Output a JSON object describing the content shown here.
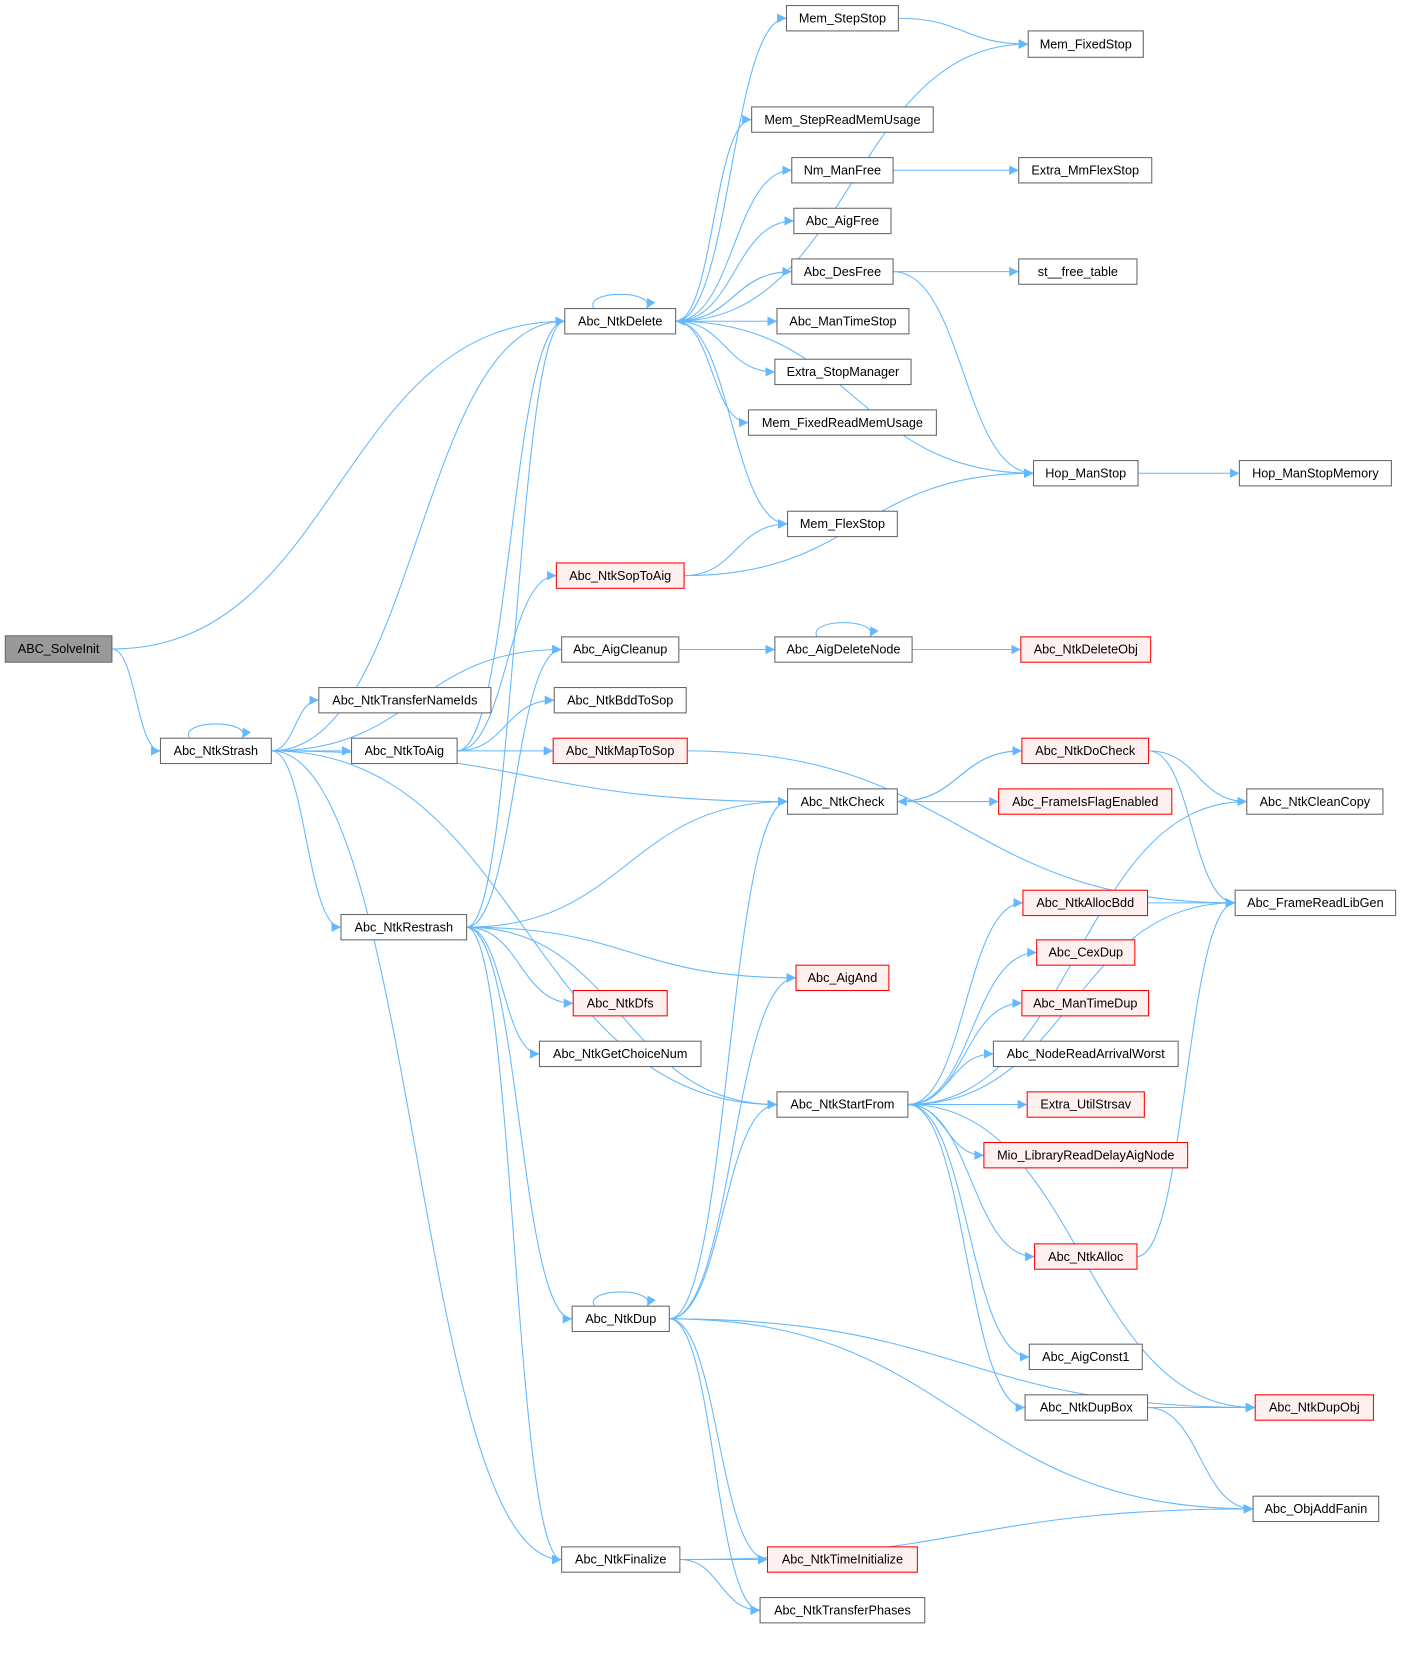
{
  "title": "ABC_SolveInit call graph",
  "colors": {
    "edge": "#63b8ff",
    "root_fill": "#999999",
    "normal_stroke": "#666666",
    "red_stroke": "#ff0000",
    "red_fill": "#fff0f0"
  },
  "nodes": [
    {
      "label": "ABC_SolveInit",
      "style": "root"
    },
    {
      "label": "Abc_NtkStrash",
      "style": "normal"
    },
    {
      "label": "Abc_NtkDelete",
      "style": "normal"
    },
    {
      "label": "Mem_StepStop",
      "style": "normal"
    },
    {
      "label": "Mem_FixedStop",
      "style": "normal"
    },
    {
      "label": "Mem_StepReadMemUsage",
      "style": "normal"
    },
    {
      "label": "Nm_ManFree",
      "style": "normal"
    },
    {
      "label": "Extra_MmFlexStop",
      "style": "normal"
    },
    {
      "label": "Abc_AigFree",
      "style": "normal"
    },
    {
      "label": "Abc_DesFree",
      "style": "normal"
    },
    {
      "label": "st__free_table",
      "style": "normal"
    },
    {
      "label": "Abc_ManTimeStop",
      "style": "normal"
    },
    {
      "label": "Extra_StopManager",
      "style": "normal"
    },
    {
      "label": "Mem_FixedReadMemUsage",
      "style": "normal"
    },
    {
      "label": "Hop_ManStop",
      "style": "normal"
    },
    {
      "label": "Hop_ManStopMemory",
      "style": "normal"
    },
    {
      "label": "Mem_FlexStop",
      "style": "normal"
    },
    {
      "label": "Abc_NtkSopToAig",
      "style": "red"
    },
    {
      "label": "Abc_AigCleanup",
      "style": "normal"
    },
    {
      "label": "Abc_AigDeleteNode",
      "style": "normal"
    },
    {
      "label": "Abc_NtkDeleteObj",
      "style": "red"
    },
    {
      "label": "Abc_NtkTransferNameIds",
      "style": "normal"
    },
    {
      "label": "Abc_NtkBddToSop",
      "style": "normal"
    },
    {
      "label": "Abc_NtkToAig",
      "style": "normal"
    },
    {
      "label": "Abc_NtkMapToSop",
      "style": "red"
    },
    {
      "label": "Abc_NtkDoCheck",
      "style": "red"
    },
    {
      "label": "Abc_NtkCheck",
      "style": "normal"
    },
    {
      "label": "Abc_FrameIsFlagEnabled",
      "style": "red"
    },
    {
      "label": "Abc_NtkCleanCopy",
      "style": "normal"
    },
    {
      "label": "Abc_FrameReadLibGen",
      "style": "normal"
    },
    {
      "label": "Abc_NtkAllocBdd",
      "style": "red"
    },
    {
      "label": "Abc_NtkRestrash",
      "style": "normal"
    },
    {
      "label": "Abc_AigAnd",
      "style": "red"
    },
    {
      "label": "Abc_CexDup",
      "style": "red"
    },
    {
      "label": "Abc_ManTimeDup",
      "style": "red"
    },
    {
      "label": "Abc_NtkDfs",
      "style": "red"
    },
    {
      "label": "Abc_NodeReadArrivalWorst",
      "style": "normal"
    },
    {
      "label": "Abc_NtkGetChoiceNum",
      "style": "normal"
    },
    {
      "label": "Abc_NtkStartFrom",
      "style": "normal"
    },
    {
      "label": "Extra_UtilStrsav",
      "style": "red"
    },
    {
      "label": "Mio_LibraryReadDelayAigNode",
      "style": "red"
    },
    {
      "label": "Abc_NtkAlloc",
      "style": "red"
    },
    {
      "label": "Abc_NtkDup",
      "style": "normal"
    },
    {
      "label": "Abc_AigConst1",
      "style": "normal"
    },
    {
      "label": "Abc_NtkDupBox",
      "style": "normal"
    },
    {
      "label": "Abc_NtkDupObj",
      "style": "red"
    },
    {
      "label": "Abc_ObjAddFanin",
      "style": "normal"
    },
    {
      "label": "Abc_NtkFinalize",
      "style": "normal"
    },
    {
      "label": "Abc_NtkTimeInitialize",
      "style": "red"
    },
    {
      "label": "Abc_NtkTransferPhases",
      "style": "normal"
    }
  ],
  "edges": [
    [
      "ABC_SolveInit",
      "Abc_NtkDelete"
    ],
    [
      "ABC_SolveInit",
      "Abc_NtkStrash"
    ],
    [
      "Abc_NtkStrash",
      "Abc_NtkStrash"
    ],
    [
      "Abc_NtkStrash",
      "Abc_NtkDelete"
    ],
    [
      "Abc_NtkStrash",
      "Abc_AigCleanup"
    ],
    [
      "Abc_NtkStrash",
      "Abc_NtkTransferNameIds"
    ],
    [
      "Abc_NtkStrash",
      "Abc_NtkToAig"
    ],
    [
      "Abc_NtkStrash",
      "Abc_NtkCheck"
    ],
    [
      "Abc_NtkStrash",
      "Abc_NtkRestrash"
    ],
    [
      "Abc_NtkStrash",
      "Abc_NtkStartFrom"
    ],
    [
      "Abc_NtkStrash",
      "Abc_NtkFinalize"
    ],
    [
      "Abc_NtkDelete",
      "Abc_NtkDelete"
    ],
    [
      "Abc_NtkDelete",
      "Mem_StepStop"
    ],
    [
      "Abc_NtkDelete",
      "Mem_FixedStop"
    ],
    [
      "Abc_NtkDelete",
      "Mem_StepReadMemUsage"
    ],
    [
      "Abc_NtkDelete",
      "Nm_ManFree"
    ],
    [
      "Abc_NtkDelete",
      "Abc_AigFree"
    ],
    [
      "Abc_NtkDelete",
      "Abc_DesFree"
    ],
    [
      "Abc_NtkDelete",
      "Abc_ManTimeStop"
    ],
    [
      "Abc_NtkDelete",
      "Extra_StopManager"
    ],
    [
      "Abc_NtkDelete",
      "Mem_FixedReadMemUsage"
    ],
    [
      "Abc_NtkDelete",
      "Hop_ManStop"
    ],
    [
      "Abc_NtkDelete",
      "Mem_FlexStop"
    ],
    [
      "Mem_StepStop",
      "Mem_FixedStop"
    ],
    [
      "Nm_ManFree",
      "Extra_MmFlexStop"
    ],
    [
      "Abc_DesFree",
      "Abc_NtkDelete"
    ],
    [
      "Abc_DesFree",
      "st__free_table"
    ],
    [
      "Abc_DesFree",
      "Hop_ManStop"
    ],
    [
      "Hop_ManStop",
      "Hop_ManStopMemory"
    ],
    [
      "Abc_NtkSopToAig",
      "Mem_FlexStop"
    ],
    [
      "Abc_NtkSopToAig",
      "Hop_ManStop"
    ],
    [
      "Abc_AigCleanup",
      "Abc_AigDeleteNode"
    ],
    [
      "Abc_AigDeleteNode",
      "Abc_AigDeleteNode"
    ],
    [
      "Abc_AigDeleteNode",
      "Abc_NtkDeleteObj"
    ],
    [
      "Abc_NtkToAig",
      "Abc_NtkSopToAig"
    ],
    [
      "Abc_NtkToAig",
      "Abc_NtkBddToSop"
    ],
    [
      "Abc_NtkToAig",
      "Abc_NtkMapToSop"
    ],
    [
      "Abc_NtkToAig",
      "Abc_NtkDelete"
    ],
    [
      "Abc_NtkMapToSop",
      "Abc_FrameReadLibGen"
    ],
    [
      "Abc_NtkCheck",
      "Abc_NtkDoCheck"
    ],
    [
      "Abc_NtkCheck",
      "Abc_FrameIsFlagEnabled"
    ],
    [
      "Abc_NtkDoCheck",
      "Abc_NtkCheck"
    ],
    [
      "Abc_NtkDoCheck",
      "Abc_NtkCleanCopy"
    ],
    [
      "Abc_NtkDoCheck",
      "Abc_FrameReadLibGen"
    ],
    [
      "Abc_NtkRestrash",
      "Abc_NtkDelete"
    ],
    [
      "Abc_NtkRestrash",
      "Abc_AigCleanup"
    ],
    [
      "Abc_NtkRestrash",
      "Abc_NtkCheck"
    ],
    [
      "Abc_NtkRestrash",
      "Abc_AigAnd"
    ],
    [
      "Abc_NtkRestrash",
      "Abc_NtkDfs"
    ],
    [
      "Abc_NtkRestrash",
      "Abc_NtkGetChoiceNum"
    ],
    [
      "Abc_NtkRestrash",
      "Abc_NtkStartFrom"
    ],
    [
      "Abc_NtkRestrash",
      "Abc_NtkDup"
    ],
    [
      "Abc_NtkRestrash",
      "Abc_NtkFinalize"
    ],
    [
      "Abc_NtkStartFrom",
      "Abc_NtkCleanCopy"
    ],
    [
      "Abc_NtkStartFrom",
      "Abc_NtkAllocBdd"
    ],
    [
      "Abc_NtkStartFrom",
      "Abc_CexDup"
    ],
    [
      "Abc_NtkStartFrom",
      "Abc_ManTimeDup"
    ],
    [
      "Abc_NtkStartFrom",
      "Abc_NodeReadArrivalWorst"
    ],
    [
      "Abc_NtkStartFrom",
      "Extra_UtilStrsav"
    ],
    [
      "Abc_NtkStartFrom",
      "Mio_LibraryReadDelayAigNode"
    ],
    [
      "Abc_NtkStartFrom",
      "Abc_FrameReadLibGen"
    ],
    [
      "Abc_NtkStartFrom",
      "Abc_NtkAlloc"
    ],
    [
      "Abc_NtkStartFrom",
      "Abc_NtkDupObj"
    ],
    [
      "Abc_NtkStartFrom",
      "Abc_AigConst1"
    ],
    [
      "Abc_NtkStartFrom",
      "Abc_NtkDupBox"
    ],
    [
      "Abc_NtkAllocBdd",
      "Abc_FrameReadLibGen"
    ],
    [
      "Abc_NtkAlloc",
      "Abc_FrameReadLibGen"
    ],
    [
      "Abc_NtkDupBox",
      "Abc_NtkDupObj"
    ],
    [
      "Abc_NtkDupBox",
      "Abc_ObjAddFanin"
    ],
    [
      "Abc_NtkDup",
      "Abc_NtkDup"
    ],
    [
      "Abc_NtkDup",
      "Abc_NtkCheck"
    ],
    [
      "Abc_NtkDup",
      "Abc_AigAnd"
    ],
    [
      "Abc_NtkDup",
      "Abc_NtkStartFrom"
    ],
    [
      "Abc_NtkDup",
      "Abc_NtkDupObj"
    ],
    [
      "Abc_NtkDup",
      "Abc_ObjAddFanin"
    ],
    [
      "Abc_NtkDup",
      "Abc_NtkTimeInitialize"
    ],
    [
      "Abc_NtkDup",
      "Abc_NtkTransferPhases"
    ],
    [
      "Abc_NtkFinalize",
      "Abc_NtkTimeInitialize"
    ],
    [
      "Abc_NtkFinalize",
      "Abc_NtkTransferPhases"
    ],
    [
      "Abc_NtkFinalize",
      "Abc_ObjAddFanin"
    ]
  ]
}
